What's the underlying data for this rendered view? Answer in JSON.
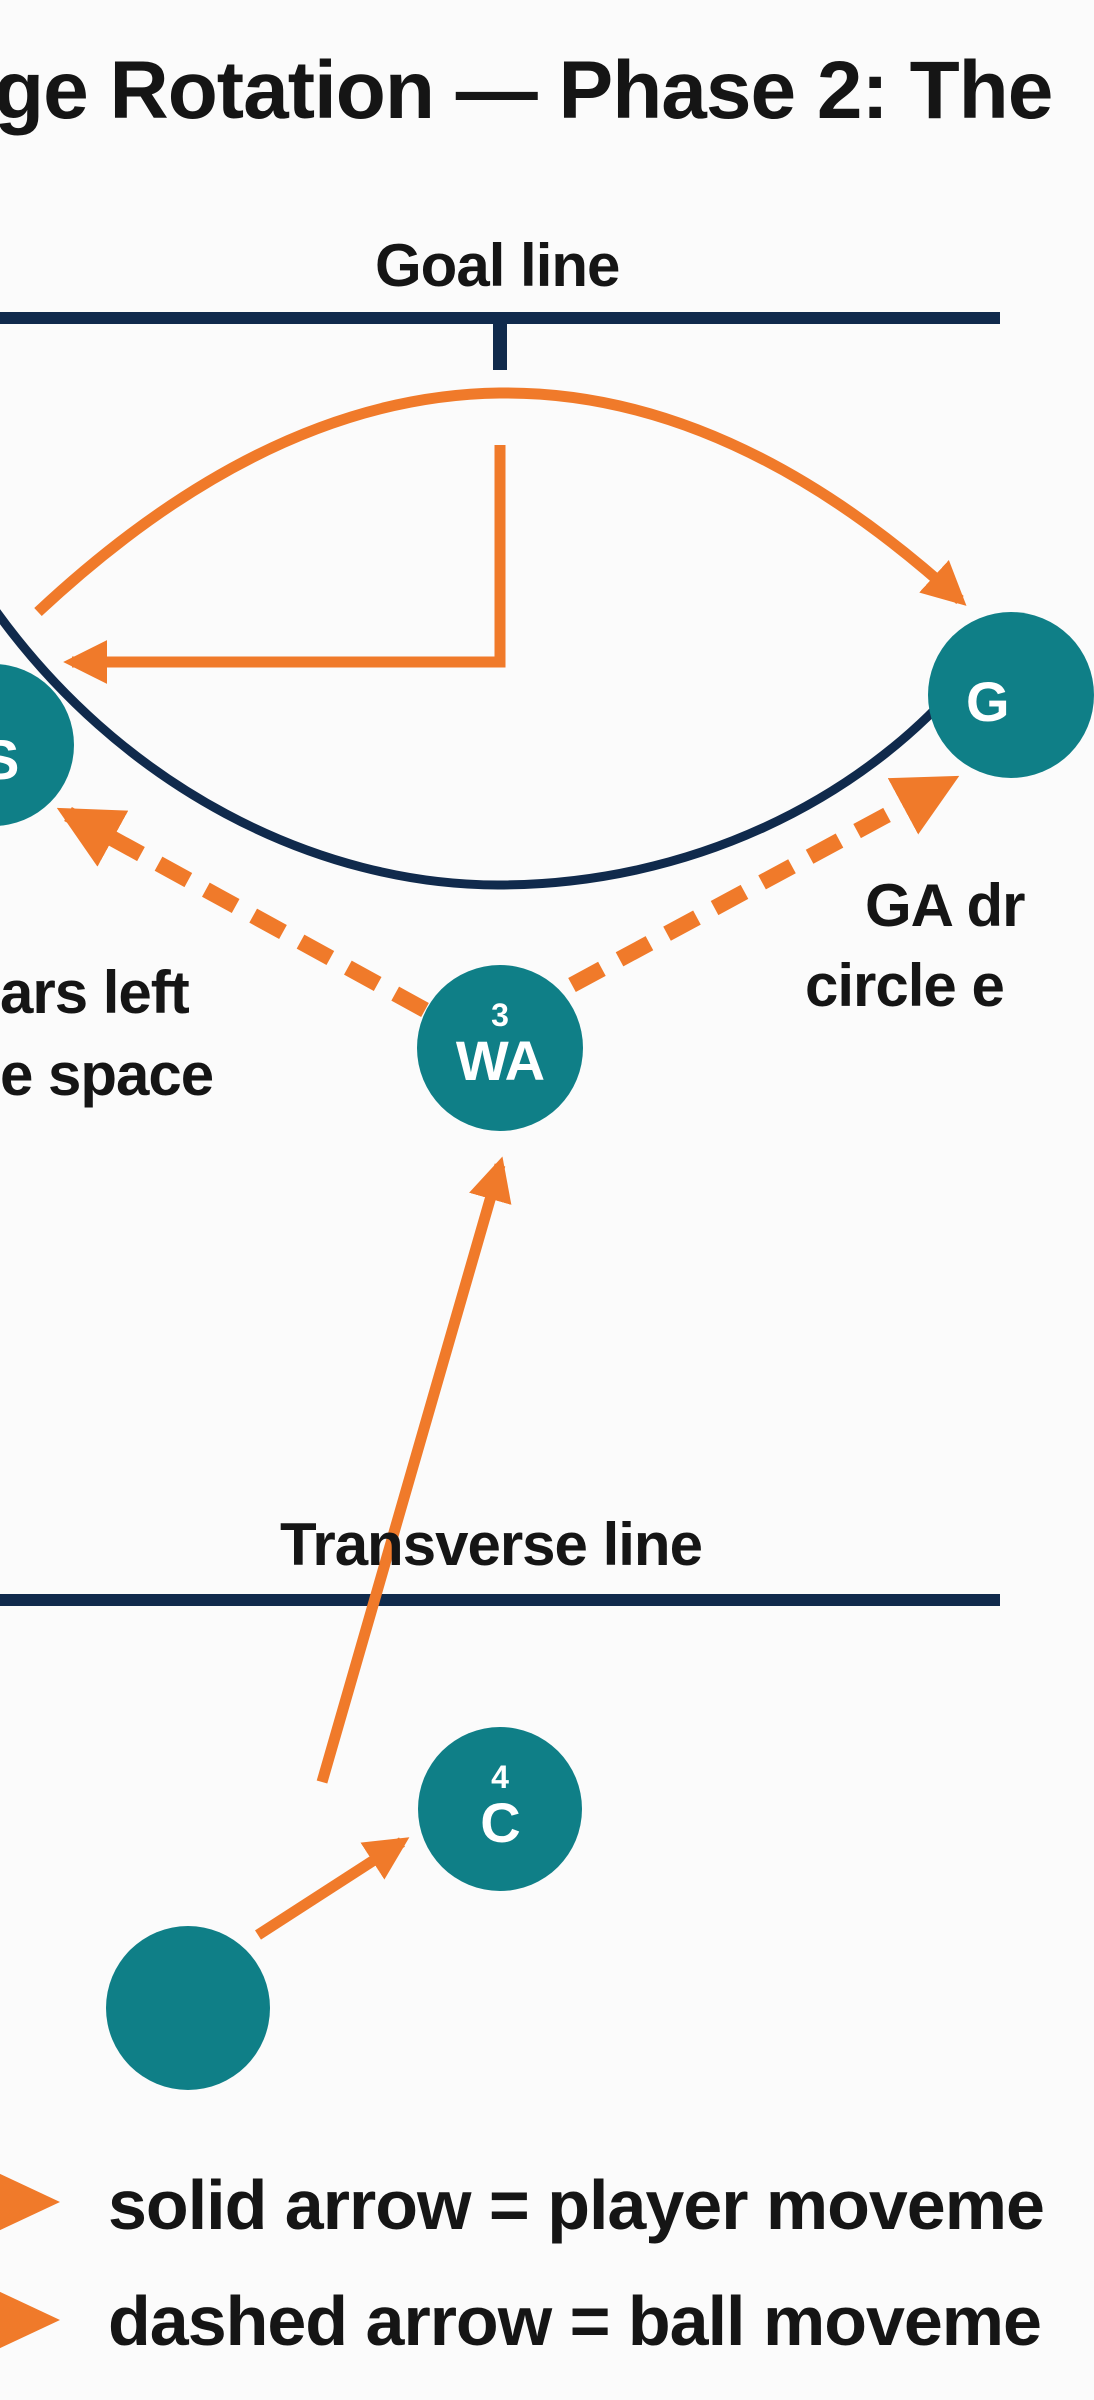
{
  "diagram": {
    "title": "ge Rotation — Phase 2: The",
    "labels": {
      "goal_line": "Goal line",
      "transverse_line": "Transverse line",
      "left_note_line1": "ars left",
      "left_note_line2": "e space",
      "right_note_line1": "GA dr",
      "right_note_line2": "circle e"
    },
    "players": {
      "gs": {
        "number": "",
        "position": "S"
      },
      "ga": {
        "number": "",
        "position": "G"
      },
      "wa": {
        "number": "3",
        "position": "WA"
      },
      "c": {
        "number": "4",
        "position": "C"
      },
      "unlabeled": {
        "number": "",
        "position": ""
      }
    },
    "legend": {
      "solid": "solid arrow = player moveme",
      "dashed": "dashed arrow = ball moveme"
    },
    "colors": {
      "court_line": "#102a4c",
      "arrow": "#f07a2a",
      "player": "#0f7f87",
      "text": "#151515"
    }
  }
}
